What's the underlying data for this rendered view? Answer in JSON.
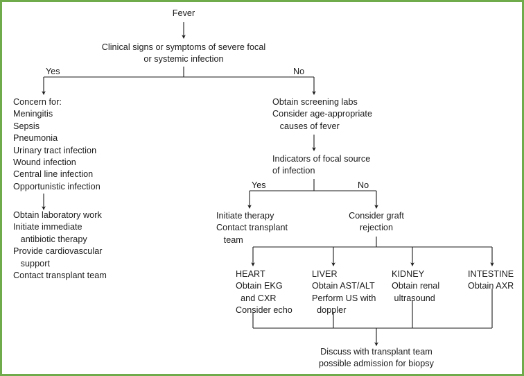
{
  "figure": {
    "border_color": "#6FAB4B",
    "line_color": "#1a1a1a",
    "background": "#ffffff",
    "type": "clinical-decision-flowchart"
  },
  "nodes": {
    "fever": "Fever",
    "clinical_signs": "Clinical signs or symptoms of severe focal\nor systemic infection",
    "concern_for": "Concern for:\nMeningitis\nSepsis\nPneumonia\nUrinary tract infection\nWound infection\nCentral line infection\nOpportunistic infection",
    "obtain_lab_work": "Obtain laboratory work\nInitiate immediate\n   antibiotic therapy\nProvide cardiovascular\n   support\nContact transplant team",
    "screening_labs": "Obtain screening labs\nConsider age-appropriate\n   causes of fever",
    "indicators": "Indicators of focal source\nof infection",
    "initiate_therapy": "Initiate therapy\nContact transplant\n   team",
    "consider_graft": "Consider graft\nrejection",
    "heart": "HEART\nObtain EKG\n  and CXR\nConsider echo",
    "liver": "LIVER\nObtain AST/ALT\nPerform US with\n  doppler",
    "kidney": "KIDNEY\nObtain renal\n ultrasound",
    "intestine": "INTESTINE\nObtain AXR",
    "discuss": "Discuss with transplant team\npossible admission for biopsy"
  },
  "branch_labels": {
    "yes_top": "Yes",
    "no_top": "No",
    "yes_mid": "Yes",
    "no_mid": "No"
  }
}
